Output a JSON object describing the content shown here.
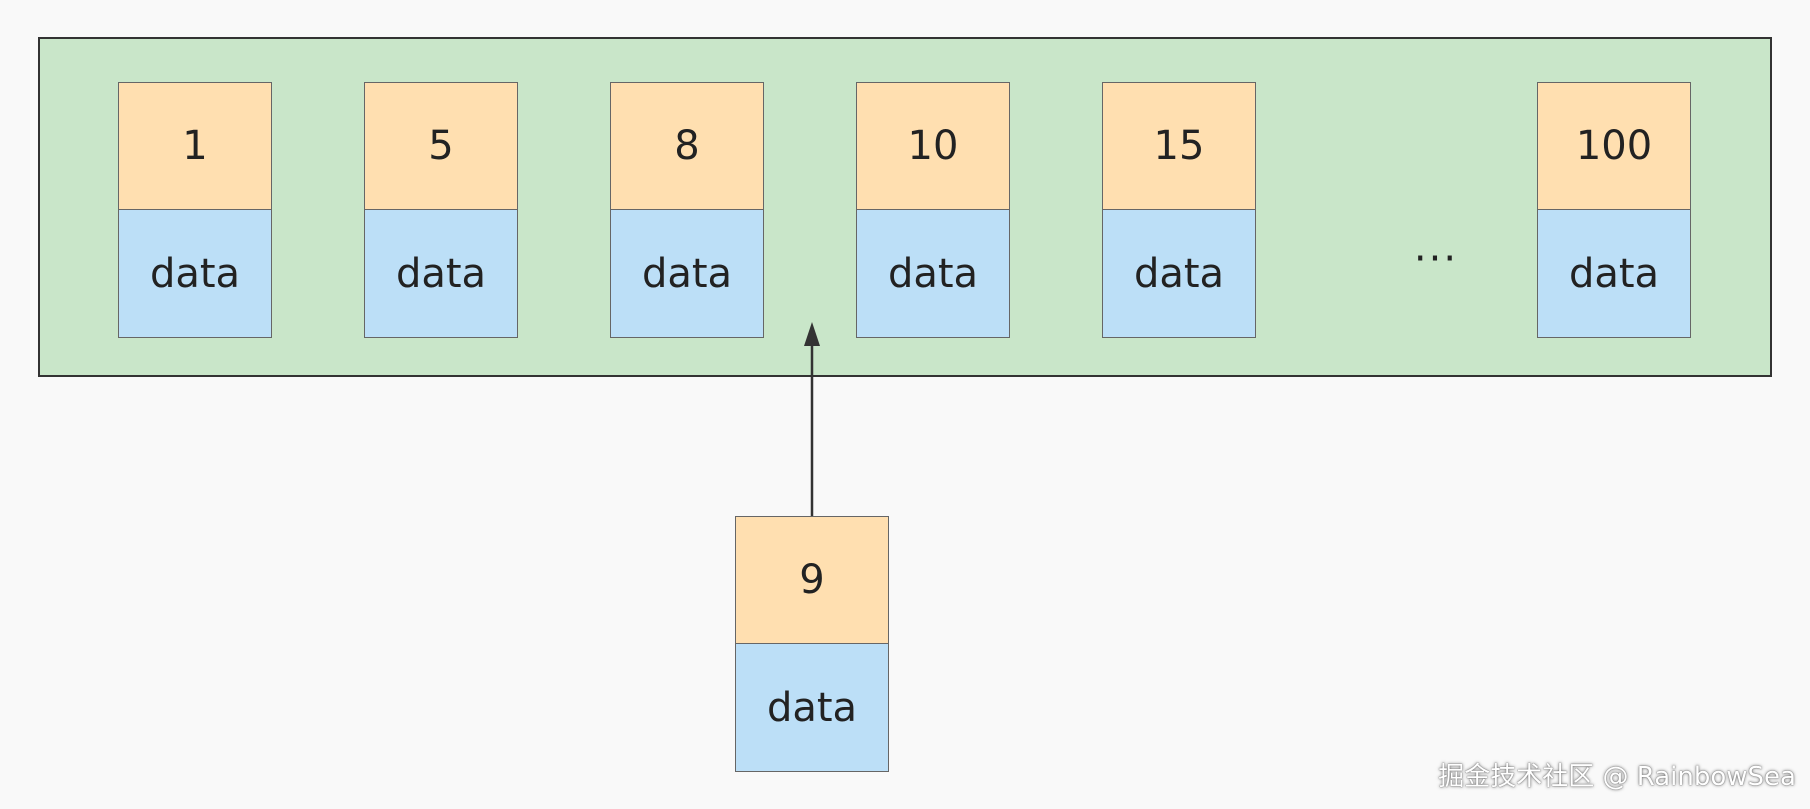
{
  "diagram": {
    "page_records": [
      {
        "key": "1",
        "value": "data"
      },
      {
        "key": "5",
        "value": "data"
      },
      {
        "key": "8",
        "value": "data"
      },
      {
        "key": "10",
        "value": "data"
      },
      {
        "key": "15",
        "value": "data"
      },
      {
        "key": "100",
        "value": "data"
      }
    ],
    "ellipsis": "···",
    "inserting_record": {
      "key": "9",
      "value": "data"
    }
  },
  "colors": {
    "background": "#f9f9f9",
    "page": "#c9e6c9",
    "key_cell": "#ffdfb0",
    "value_cell": "#bcdff7",
    "border": "#333333"
  },
  "watermark": "掘金技术社区 @ RainbowSea"
}
